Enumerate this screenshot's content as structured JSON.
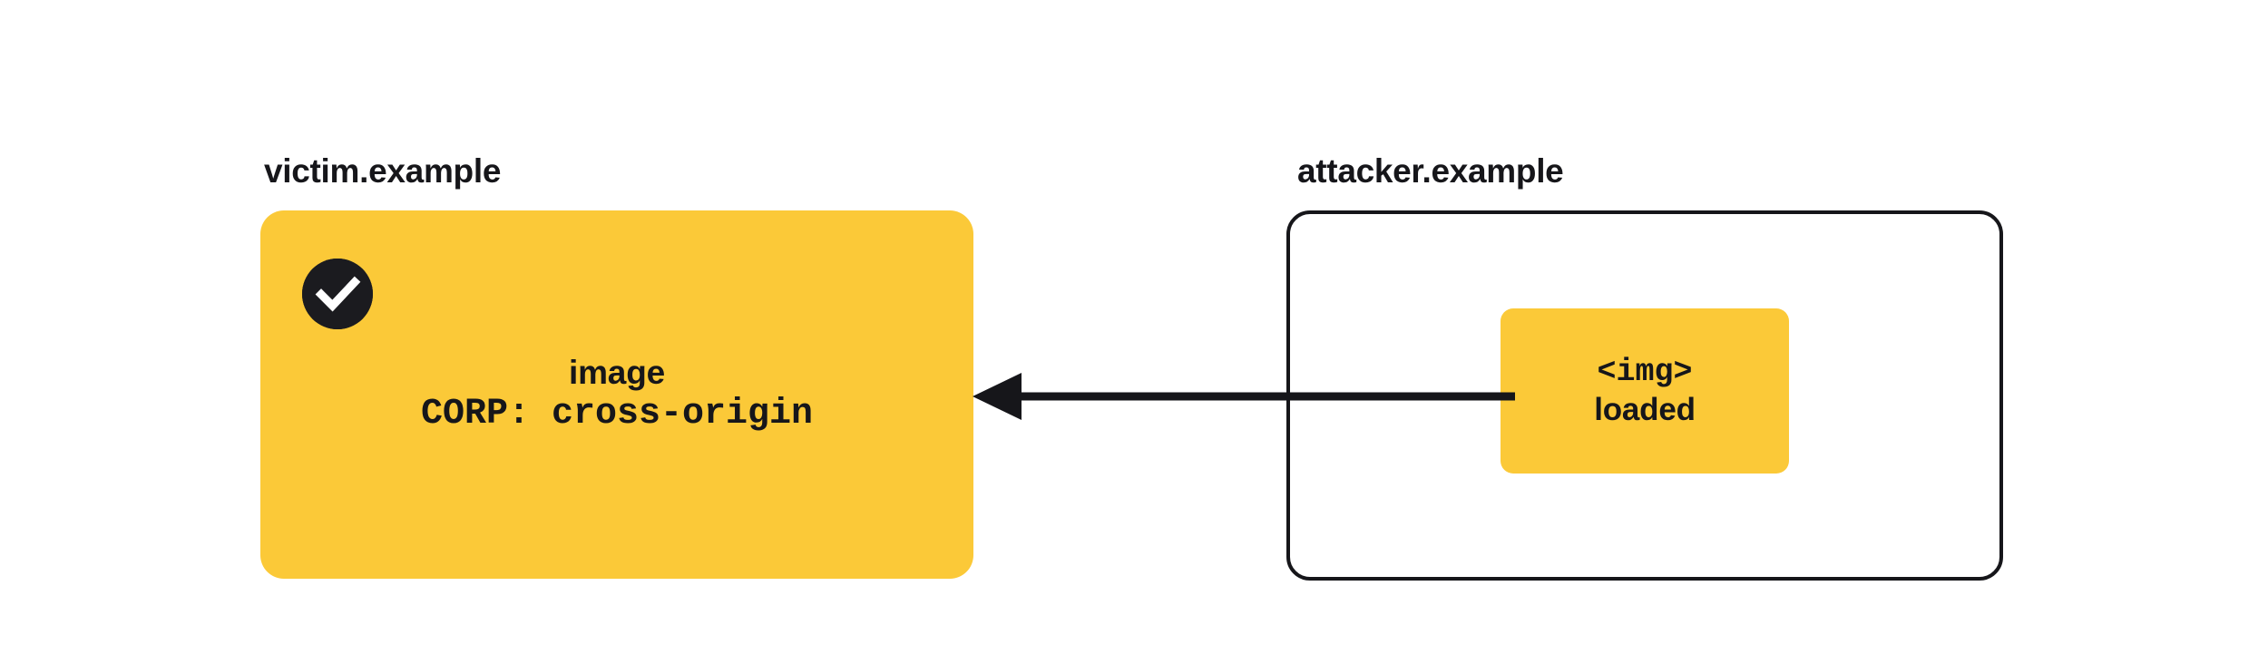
{
  "diagram": {
    "type": "security-flow",
    "title_victim": "victim.example",
    "title_attacker": "attacker.example",
    "background_color": "#ffffff",
    "accent_color": "#fbc938",
    "ink_color": "#16161a"
  },
  "victim": {
    "label": "victim.example",
    "badge_icon": "check-circle-icon",
    "badge_meaning": "allowed",
    "resource_name": "image",
    "header_line": "CORP: cross-origin"
  },
  "attacker": {
    "label": "attacker.example",
    "element_tag": "<img>",
    "element_state": "loaded"
  },
  "arrow": {
    "icon": "arrow-left-icon",
    "direction": "right-to-left",
    "from": "attacker.example",
    "to": "victim.example",
    "label": ""
  }
}
